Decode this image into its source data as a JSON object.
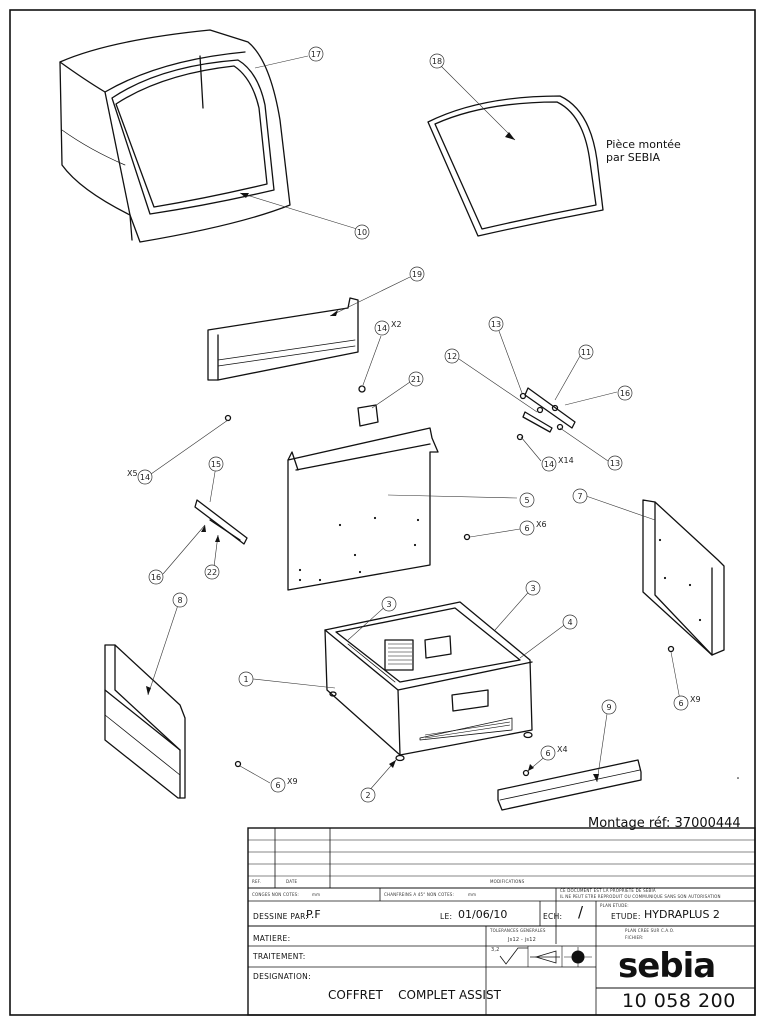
{
  "note": {
    "line1": "Pièce montée",
    "line2": "par SEBIA"
  },
  "assembly_ref": "Montage réf: 37000444",
  "callouts": [
    {
      "id": "c17",
      "label": "17"
    },
    {
      "id": "c18",
      "label": "18"
    },
    {
      "id": "c10",
      "label": "10"
    },
    {
      "id": "c19",
      "label": "19"
    },
    {
      "id": "c14a",
      "label": "14",
      "qty": "X2"
    },
    {
      "id": "c21",
      "label": "21"
    },
    {
      "id": "c13a",
      "label": "13"
    },
    {
      "id": "c11",
      "label": "11"
    },
    {
      "id": "c12",
      "label": "12"
    },
    {
      "id": "c16a",
      "label": "16"
    },
    {
      "id": "c14b",
      "label": "14",
      "qty": "X14"
    },
    {
      "id": "c13b",
      "label": "13"
    },
    {
      "id": "c14c",
      "label": "14",
      "qty": "X5"
    },
    {
      "id": "c15",
      "label": "15"
    },
    {
      "id": "c5",
      "label": "5"
    },
    {
      "id": "c6a",
      "label": "6",
      "qty": "X6"
    },
    {
      "id": "c7",
      "label": "7"
    },
    {
      "id": "c16b",
      "label": "16"
    },
    {
      "id": "c22",
      "label": "22"
    },
    {
      "id": "c8",
      "label": "8"
    },
    {
      "id": "c3a",
      "label": "3"
    },
    {
      "id": "c3b",
      "label": "3"
    },
    {
      "id": "c4",
      "label": "4"
    },
    {
      "id": "c1",
      "label": "1"
    },
    {
      "id": "c6b",
      "label": "6",
      "qty": "X9"
    },
    {
      "id": "c9",
      "label": "9"
    },
    {
      "id": "c6c",
      "label": "6",
      "qty": "X4"
    },
    {
      "id": "c6d",
      "label": "6",
      "qty": "X9"
    },
    {
      "id": "c2",
      "label": "2"
    }
  ],
  "title_block": {
    "ref": "REF.",
    "date": "DATE",
    "modifications": "MODIFICATIONS",
    "conges": "CONGES NON COTES:",
    "conges_val": "mm",
    "chanfreins": "CHANFREINS A 45° NON COTES:",
    "chanfreins_val": "mm",
    "property_1": "CE DOCUMENT EST LA PROPRIETE DE SEBIA",
    "property_2": "IL NE PEUT ETRE REPRODUIT OU COMMUNIQUE SANS SON AUTORISATION",
    "plan_etude": "PLAN ETUDE:",
    "dessine_label": "DESSINE PAR:",
    "dessine_val": "P.F",
    "le_label": "LE:",
    "le_val": "01/06/10",
    "ech_label": "ECH:",
    "ech_val": "/",
    "etude_label": "ETUDE:",
    "etude_val": "HYDRAPLUS 2",
    "matiere": "MATIERE:",
    "tolerances": "TOLERANCES GENERALES",
    "tolerances_val": "Js12 - js12",
    "plan_cree": "PLAN CREE SUR C.A.O.",
    "fichier": "FICHIER:",
    "traitement": "TRAITEMENT:",
    "roughness": "3,2",
    "designation_label": "DESIGNATION:",
    "designation_val": "COFFRET    COMPLET ASSIST",
    "logo": "sebia",
    "part_number": "10 058 200"
  }
}
